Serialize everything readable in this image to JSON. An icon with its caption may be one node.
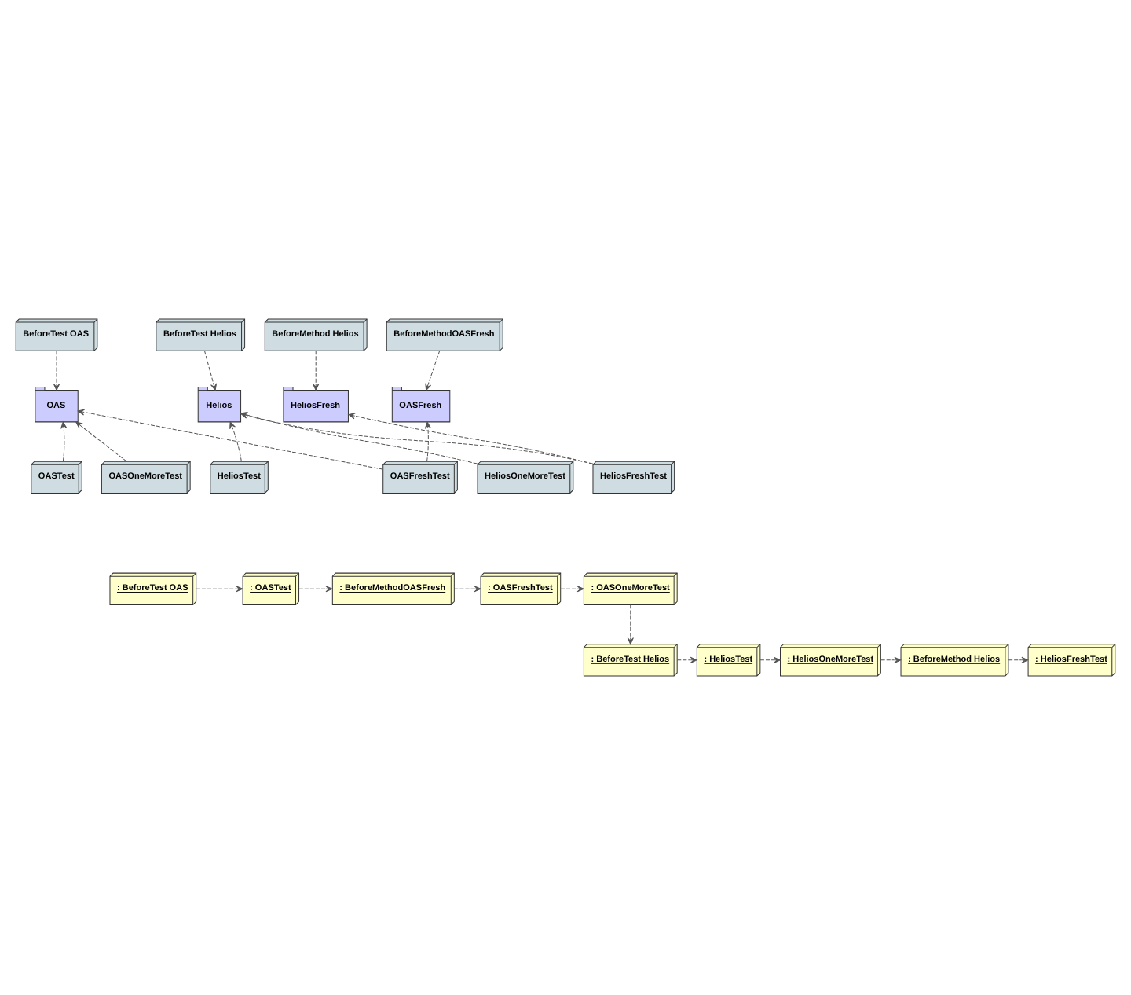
{
  "diagram": {
    "nodes": [
      {
        "text": [
          "BeforeTest OAS"
        ]
      },
      {
        "text": [
          "BeforeMethodOASFresh"
        ]
      },
      {
        "text": [
          "BeforeTest Helios"
        ]
      },
      {
        "text": [
          "BeforeMethod Helios"
        ]
      },
      {
        "text": [
          "OAS"
        ]
      },
      {
        "text": [
          "OASFresh"
        ]
      },
      {
        "text": [
          "Helios"
        ]
      },
      {
        "text": [
          "HeliosFresh"
        ]
      },
      {
        "text": [
          "OASTest"
        ]
      },
      {
        "text": [
          "OASOneMoreTest"
        ]
      },
      {
        "text": [
          "OASFreshTest"
        ]
      },
      {
        "text": [
          "HeliosTest"
        ]
      },
      {
        "text": [
          "HeliosOneMoreTest"
        ]
      },
      {
        "text": [
          "HeliosFreshTest"
        ]
      },
      {
        "text": [
          ": BeforeTest OAS"
        ]
      },
      {
        "text": [
          ": OASTest"
        ]
      },
      {
        "text": [
          ": BeforeMethodOASFresh"
        ]
      },
      {
        "text": [
          ": OASFreshTest"
        ]
      },
      {
        "text": [
          ": OASOneMoreTest"
        ]
      },
      {
        "text": [
          ": BeforeTest Helios"
        ]
      },
      {
        "text": [
          ": HeliosTest"
        ]
      },
      {
        "text": [
          ": HeliosOneMoreTest"
        ]
      },
      {
        "text": [
          ": BeforeMethod Helios"
        ]
      },
      {
        "text": [
          ": HeliosFreshTest"
        ]
      }
    ],
    "edges": [
      {
        "from": 0,
        "to": 4,
        "arrow": "to",
        "style": "dashed"
      },
      {
        "from": 1,
        "to": 5,
        "arrow": "to",
        "style": "dashed"
      },
      {
        "from": 2,
        "to": 6,
        "arrow": "to",
        "style": "dashed"
      },
      {
        "from": 3,
        "to": 7,
        "arrow": "to",
        "style": "dashed"
      },
      {
        "from": 8,
        "to": 4,
        "arrow": "to",
        "style": "dashed"
      },
      {
        "from": 9,
        "to": 4,
        "arrow": "to",
        "style": "dashed"
      },
      {
        "from": 10,
        "to": 4,
        "arrow": "to",
        "style": "dashed"
      },
      {
        "from": 10,
        "to": 5,
        "arrow": "to",
        "style": "dashed"
      },
      {
        "from": 11,
        "to": 6,
        "arrow": "to",
        "style": "dashed"
      },
      {
        "from": 12,
        "to": 6,
        "arrow": "to",
        "style": "dashed"
      },
      {
        "from": 13,
        "to": 6,
        "arrow": "to",
        "style": "dashed"
      },
      {
        "from": 13,
        "to": 7,
        "arrow": "to",
        "style": "dashed"
      },
      {
        "from": 14,
        "to": 15,
        "arrow": "to",
        "style": "dashed"
      },
      {
        "from": 15,
        "to": 16,
        "arrow": "to",
        "style": "dashed"
      },
      {
        "from": 16,
        "to": 17,
        "arrow": "to",
        "style": "dashed"
      },
      {
        "from": 17,
        "to": 18,
        "arrow": "to",
        "style": "dashed"
      },
      {
        "from": 18,
        "to": 19,
        "arrow": "to",
        "style": "dashed"
      },
      {
        "from": 19,
        "to": 20,
        "arrow": "to",
        "style": "dashed"
      },
      {
        "from": 20,
        "to": 21,
        "arrow": "to",
        "style": "dashed"
      },
      {
        "from": 21,
        "to": 22,
        "arrow": "to",
        "style": "dashed"
      },
      {
        "from": 22,
        "to": 23,
        "arrow": "to",
        "style": "dashed"
      }
    ]
  }
}
